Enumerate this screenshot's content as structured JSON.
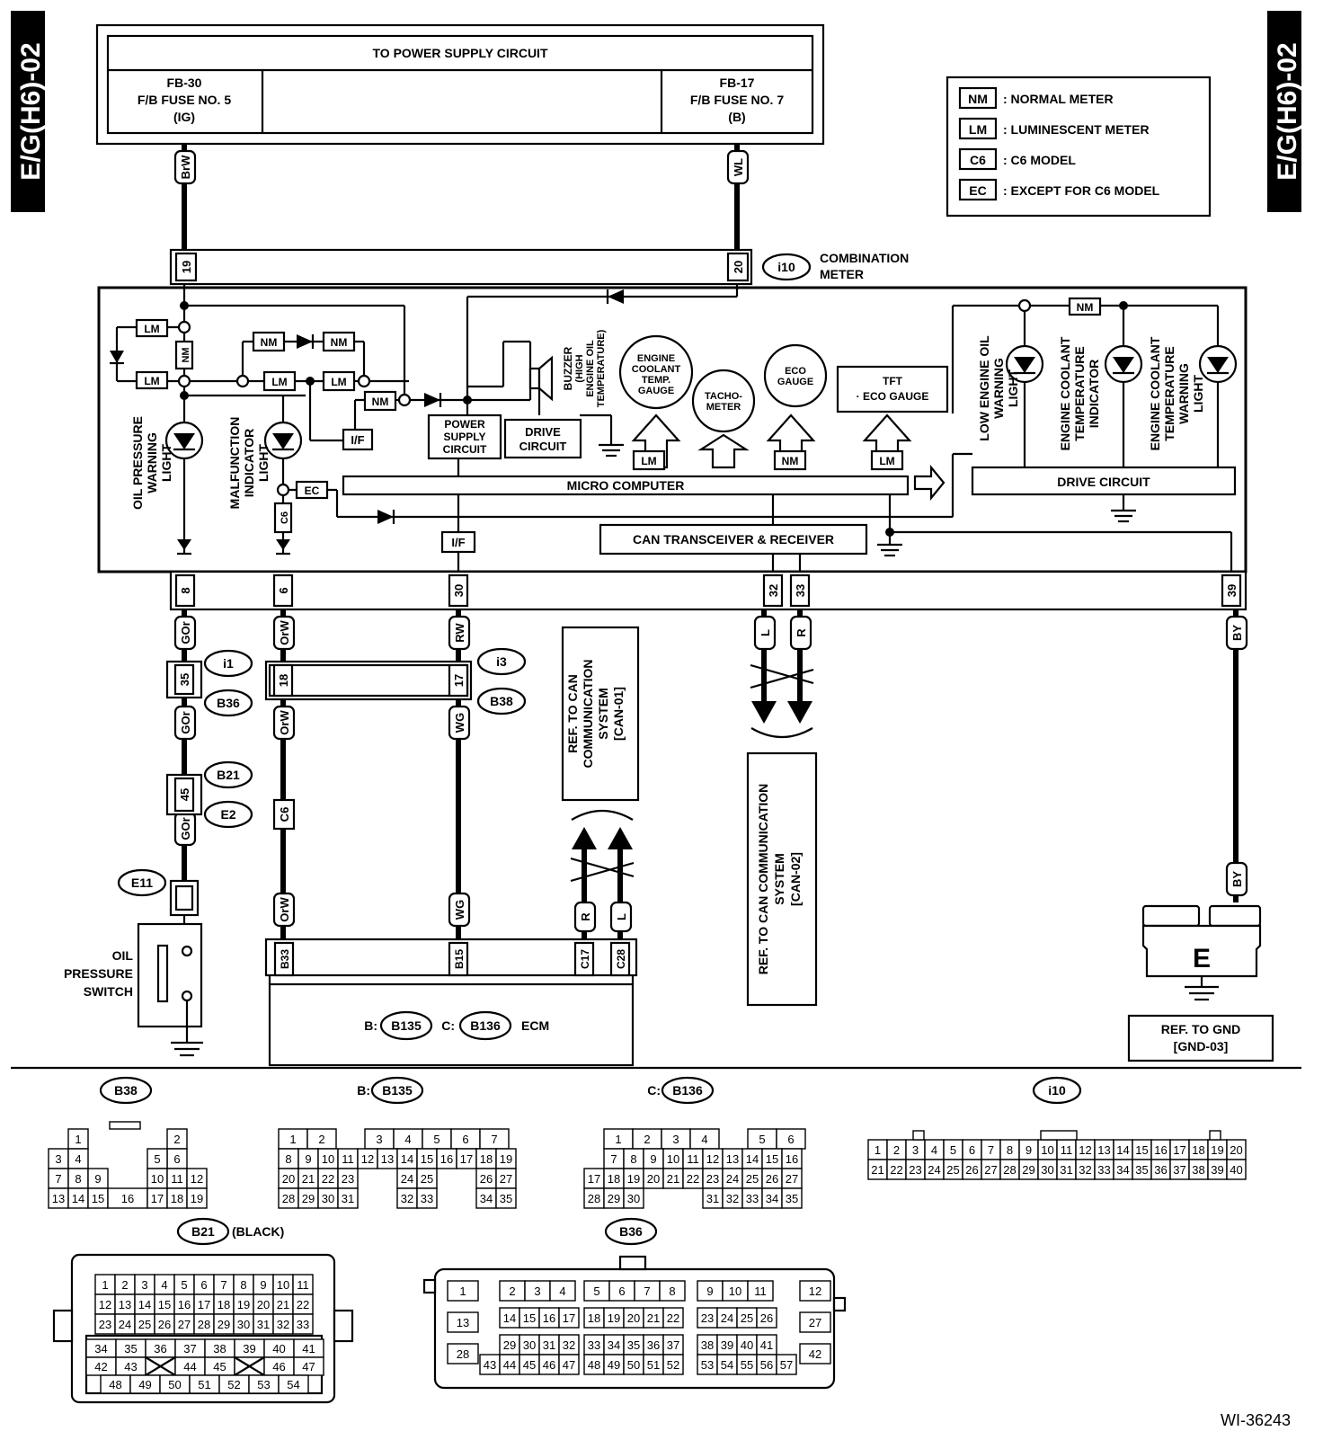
{
  "side_tab": "E/G(H6)-02",
  "drawing_id": "WI-36243",
  "legend": [
    {
      "code": "NM",
      "text": ": NORMAL METER"
    },
    {
      "code": "LM",
      "text": ": LUMINESCENT METER"
    },
    {
      "code": "C6",
      "text": ": C6 MODEL"
    },
    {
      "code": "EC",
      "text": ": EXCEPT FOR C6 MODEL"
    }
  ],
  "power": {
    "title": "TO POWER SUPPLY CIRCUIT",
    "left": [
      "FB-30",
      "F/B FUSE NO. 5",
      "(IG)"
    ],
    "right": [
      "FB-17",
      "F/B FUSE NO. 7",
      "(B)"
    ],
    "wire_left": "BrW",
    "wire_right": "WL"
  },
  "meter": {
    "connector": "i10",
    "label": [
      "COMBINATION",
      "METER"
    ],
    "pin_top_left": "19",
    "pin_top_right": "20",
    "blocks": {
      "power_supply": [
        "POWER",
        "SUPPLY",
        "CIRCUIT"
      ],
      "drive_left": [
        "DRIVE",
        "CIRCUIT"
      ],
      "micro": "MICRO COMPUTER",
      "can": "CAN TRANSCEIVER & RECEIVER",
      "drive_right": "DRIVE CIRCUIT",
      "tft": [
        "TFT",
        "· ECO GAUGE"
      ],
      "if": "I/F"
    },
    "gauges": {
      "coolant": [
        "ENGINE",
        "COOLANT",
        "TEMP.",
        "GAUGE"
      ],
      "tacho": [
        "TACHO-",
        "METER"
      ],
      "eco": [
        "ECO",
        "GAUGE"
      ]
    },
    "buzzer": [
      "BUZZER",
      "(HIGH",
      "ENGINE OIL",
      "TEMPERATURE)"
    ],
    "lights": {
      "oil": [
        "OIL PRESSURE",
        "WARNING",
        "LIGHT"
      ],
      "mil": [
        "MALFUNCTION",
        "INDICATOR",
        "LIGHT"
      ],
      "low_oil": [
        "LOW ENGINE OIL",
        "WARNING",
        "LIGHT"
      ],
      "cool_ind": [
        "ENGINE COOLANT",
        "TEMPERATURE",
        "INDICATOR"
      ],
      "cool_warn": [
        "ENGINE COOLANT",
        "TEMPERATURE",
        "WARNING",
        "LIGHT"
      ]
    },
    "bottom_pins": [
      "8",
      "6",
      "30",
      "32",
      "33",
      "39"
    ]
  },
  "wires": {
    "p8": "GOr",
    "p6": "OrW",
    "p30": "RW",
    "p32": "L",
    "p33": "R",
    "p39": "BY",
    "c6": "C6",
    "wg": "WG"
  },
  "conns": {
    "i1": "i1",
    "B36": "B36",
    "i3": "i3",
    "B38": "B38",
    "B21": "B21",
    "E2": "E2",
    "E11": "E11",
    "pin35": "35",
    "pin18": "18",
    "pin17": "17",
    "pin45": "45"
  },
  "switch": [
    "OIL",
    "PRESSURE",
    "SWITCH"
  ],
  "ecm": {
    "label": "ECM",
    "b_prefix": "B:",
    "c_prefix": "C:",
    "b": "B135",
    "c": "B136",
    "pins": [
      "B33",
      "B15",
      "C17",
      "C28"
    ]
  },
  "can_ref1": [
    "REF. TO CAN",
    "COMMUNICATION",
    "SYSTEM",
    "[CAN-01]"
  ],
  "can_ref2": [
    "REF. TO CAN COMMUNICATION",
    "SYSTEM",
    "[CAN-02]"
  ],
  "gnd": {
    "letter": "E",
    "ref": [
      "REF. TO GND",
      "[GND-03]"
    ]
  },
  "faces": {
    "B38": {
      "name": "B38",
      "rows": [
        [
          "1",
          "2"
        ],
        [
          "3",
          "4",
          "5",
          "6"
        ],
        [
          "7",
          "8",
          "9",
          "10",
          "11",
          "12"
        ],
        [
          "13",
          "14",
          "15",
          "16",
          "17",
          "18",
          "19"
        ]
      ]
    },
    "B135": {
      "prefix": "B:",
      "name": "B135"
    },
    "B136": {
      "prefix": "C:",
      "name": "B136"
    },
    "i10": {
      "name": "i10"
    },
    "B21": {
      "name": "B21",
      "note": "(BLACK)"
    },
    "B36": {
      "name": "B36"
    }
  }
}
